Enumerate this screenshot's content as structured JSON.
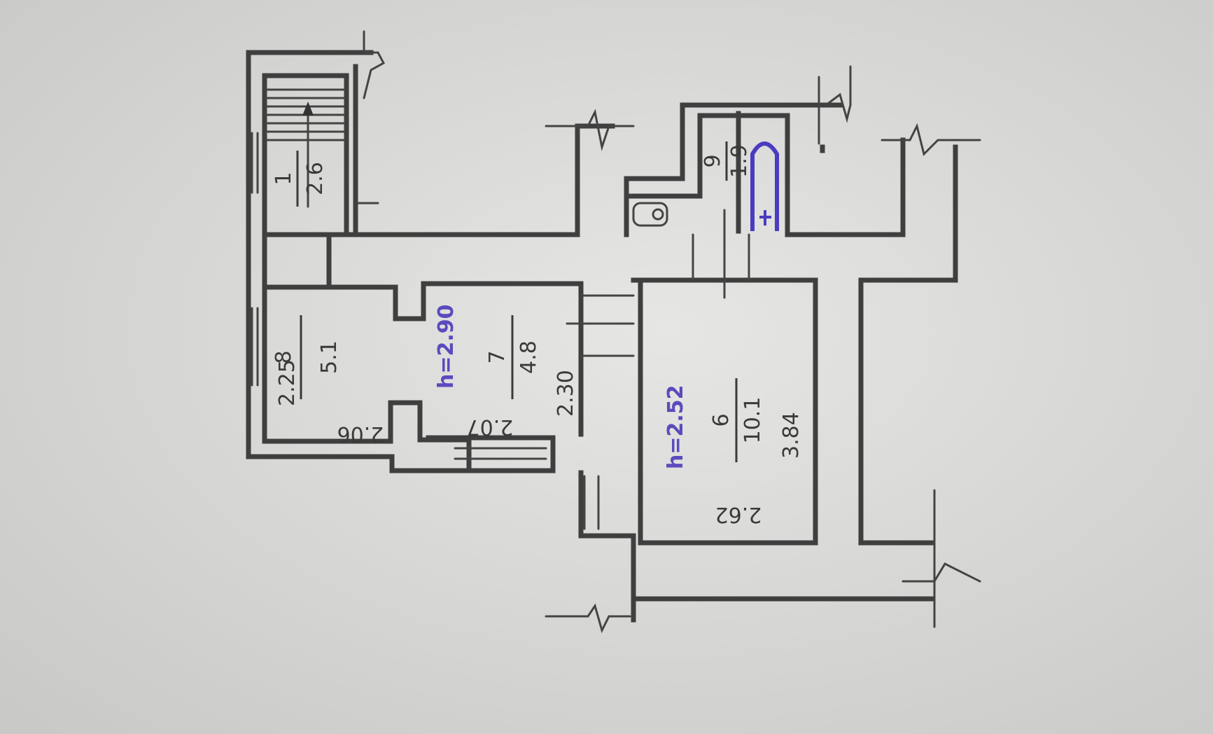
{
  "rooms": [
    {
      "id": "1",
      "number": "1",
      "area": "2.6"
    },
    {
      "id": "8",
      "number": "8",
      "area": "5.1",
      "dim_a": "2.25",
      "dim_b": "2.06"
    },
    {
      "id": "7",
      "number": "7",
      "area": "4.8",
      "dim_a": "2.07",
      "dim_b": "2.30",
      "height": "h=2.90"
    },
    {
      "id": "6",
      "number": "6",
      "area": "10.1",
      "dim_a": "3.84",
      "dim_b": "2.62",
      "height": "h=2.52"
    },
    {
      "id": "9",
      "number": "9",
      "area": "1.9"
    }
  ],
  "colors": {
    "paper": "#d8d8d6",
    "ink": "#3f3f3f",
    "blue_ink": "#5a4bbd"
  },
  "icons": [
    "toilet-icon",
    "bathtub-icon",
    "stair-arrow-icon"
  ]
}
